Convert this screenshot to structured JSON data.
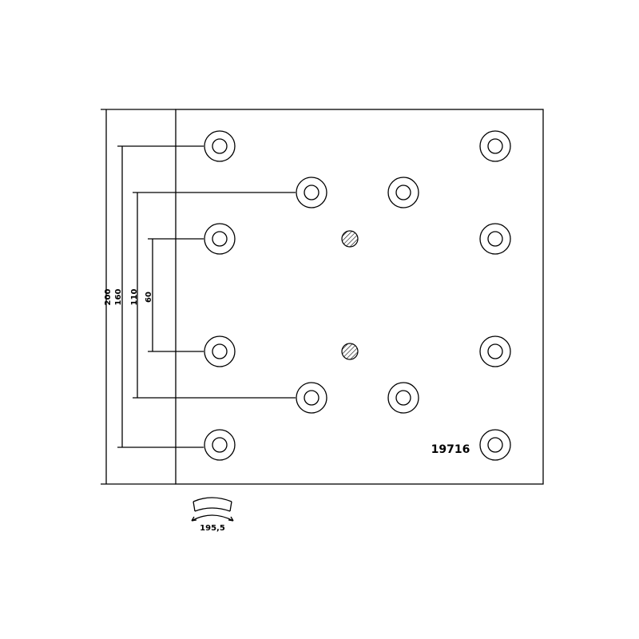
{
  "part_number": "19716",
  "dimensions": {
    "d200": "200",
    "d160": "160",
    "d110": "110",
    "d60": "60",
    "width": "195,5"
  },
  "rivet_hole_count": 12,
  "hatched_pin_count": 2
}
